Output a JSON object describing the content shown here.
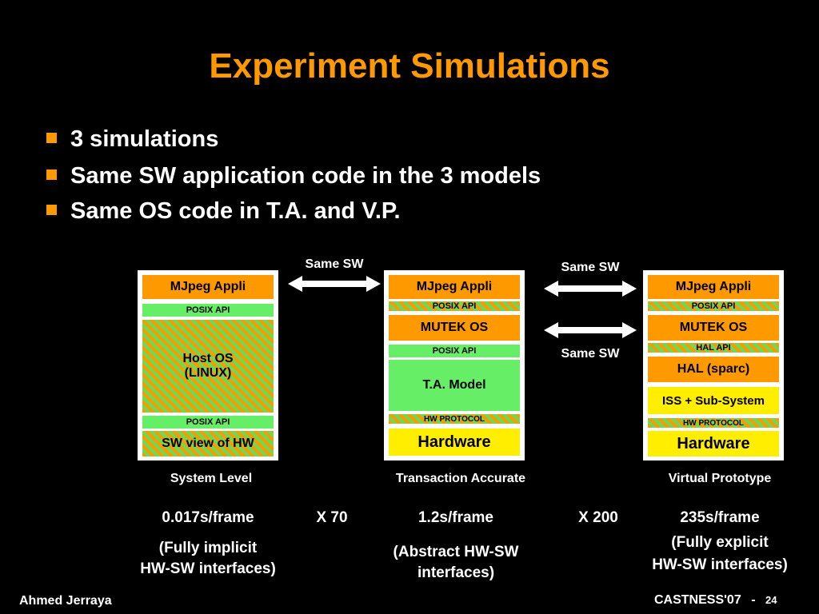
{
  "title": "Experiment Simulations",
  "bullets": [
    "3 simulations",
    "Same SW application code in the 3 models",
    "Same OS code in T.A. and V.P."
  ],
  "arrows": {
    "top_left": "Same SW",
    "top_right": "Same SW",
    "bottom_right": "Same SW"
  },
  "stacks": {
    "system_level": {
      "caption": "System Level",
      "app": "MJpeg Appli",
      "posix_top": "POSIX API",
      "host_os_line1": "Host OS",
      "host_os_line2": "(LINUX)",
      "posix_bottom": "POSIX API",
      "sw_view": "SW view of HW"
    },
    "transaction_accurate": {
      "caption": "Transaction Accurate",
      "app": "MJpeg Appli",
      "posix_top": "POSIX API",
      "os": "MUTEK OS",
      "posix_mid": "POSIX API",
      "model": "T.A. Model",
      "hw_protocol": "HW PROTOCOL",
      "hardware": "Hardware"
    },
    "virtual_prototype": {
      "caption": "Virtual Prototype",
      "app": "MJpeg Appli",
      "posix_top": "POSIX API",
      "os": "MUTEK OS",
      "hal_api": "HAL API",
      "hal": "HAL (sparc)",
      "iss": "ISS + Sub-System",
      "hw_protocol": "HW PROTOCOL",
      "hardware": "Hardware"
    }
  },
  "metrics": {
    "sl_time": "0.017s/frame",
    "factor1": "X 70",
    "ta_time": "1.2s/frame",
    "factor2": "X 200",
    "vp_time": "235s/frame",
    "sl_note1": "(Fully implicit",
    "sl_note2": "HW-SW interfaces)",
    "ta_note1": "(Abstract HW-SW",
    "ta_note2": "interfaces)",
    "vp_note1": "(Fully explicit",
    "vp_note2": "HW-SW interfaces)"
  },
  "footer": {
    "author": "Ahmed Jerraya",
    "conference": "CASTNESS'07",
    "separator": "-",
    "page": "24"
  }
}
